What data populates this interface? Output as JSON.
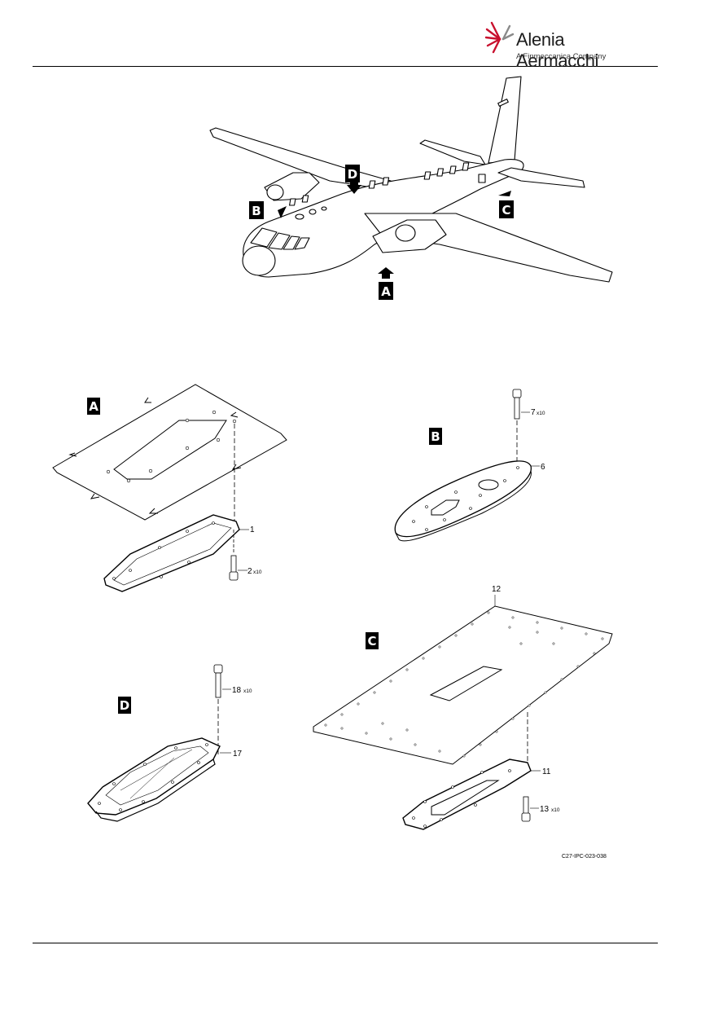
{
  "header": {
    "company_name": "Alenia Aermacchi",
    "company_subtitle": "A Finmeccanica Company"
  },
  "aircraft_view_labels": {
    "a": "A",
    "b": "B",
    "c": "C",
    "d": "D"
  },
  "detail_views": {
    "a": {
      "letter": "A",
      "item_1": "1",
      "item_2": "2",
      "item_2_qty": "x10"
    },
    "b": {
      "letter": "B",
      "item_6": "6",
      "item_7": "7",
      "item_7_qty": "x10"
    },
    "c": {
      "letter": "C",
      "item_11": "11",
      "item_12": "12",
      "item_13": "13",
      "item_13_qty": "x10"
    },
    "d": {
      "letter": "D",
      "item_17": "17",
      "item_18": "18",
      "item_18_qty": "x10"
    }
  },
  "figure_reference": "C27-IPC-023-038"
}
